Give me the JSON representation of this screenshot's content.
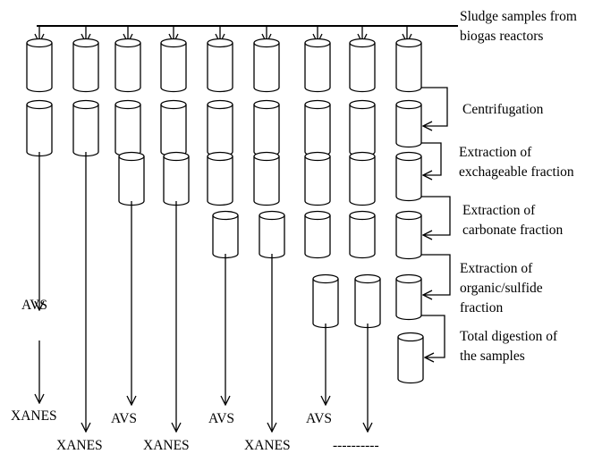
{
  "header": {
    "line1": "Sludge samples from",
    "line2": "biogas reactors"
  },
  "steps": {
    "centrifugation": "Centrifugation",
    "exchangeable": {
      "line1": "Extraction of",
      "line2": "exchageable fraction"
    },
    "carbonate": {
      "line1": "Extraction of",
      "line2": "carbonate fraction"
    },
    "organic": {
      "line1": "Extraction of",
      "line2": "organic/sulfide",
      "line3": "fraction"
    },
    "total": {
      "line1": "Total digestion of",
      "line2": "the samples"
    }
  },
  "outputs": {
    "avs": "AVS",
    "xanes": "XANES",
    "none": "----------"
  }
}
